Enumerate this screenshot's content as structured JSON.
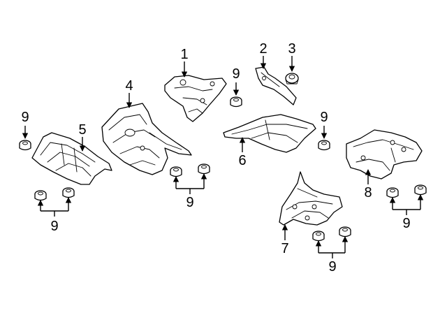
{
  "diagram": {
    "callouts": [
      {
        "id": "c1",
        "label": "1"
      },
      {
        "id": "c2",
        "label": "2"
      },
      {
        "id": "c3",
        "label": "3"
      },
      {
        "id": "c4",
        "label": "4"
      },
      {
        "id": "c5",
        "label": "5"
      },
      {
        "id": "c6",
        "label": "6"
      },
      {
        "id": "c7",
        "label": "7"
      },
      {
        "id": "c8",
        "label": "8"
      },
      {
        "id": "c9a",
        "label": "9"
      },
      {
        "id": "c9b",
        "label": "9"
      },
      {
        "id": "c9c",
        "label": "9"
      },
      {
        "id": "c9d",
        "label": "9"
      },
      {
        "id": "c9e",
        "label": "9"
      },
      {
        "id": "c9f",
        "label": "9"
      },
      {
        "id": "c9g",
        "label": "9"
      }
    ]
  }
}
